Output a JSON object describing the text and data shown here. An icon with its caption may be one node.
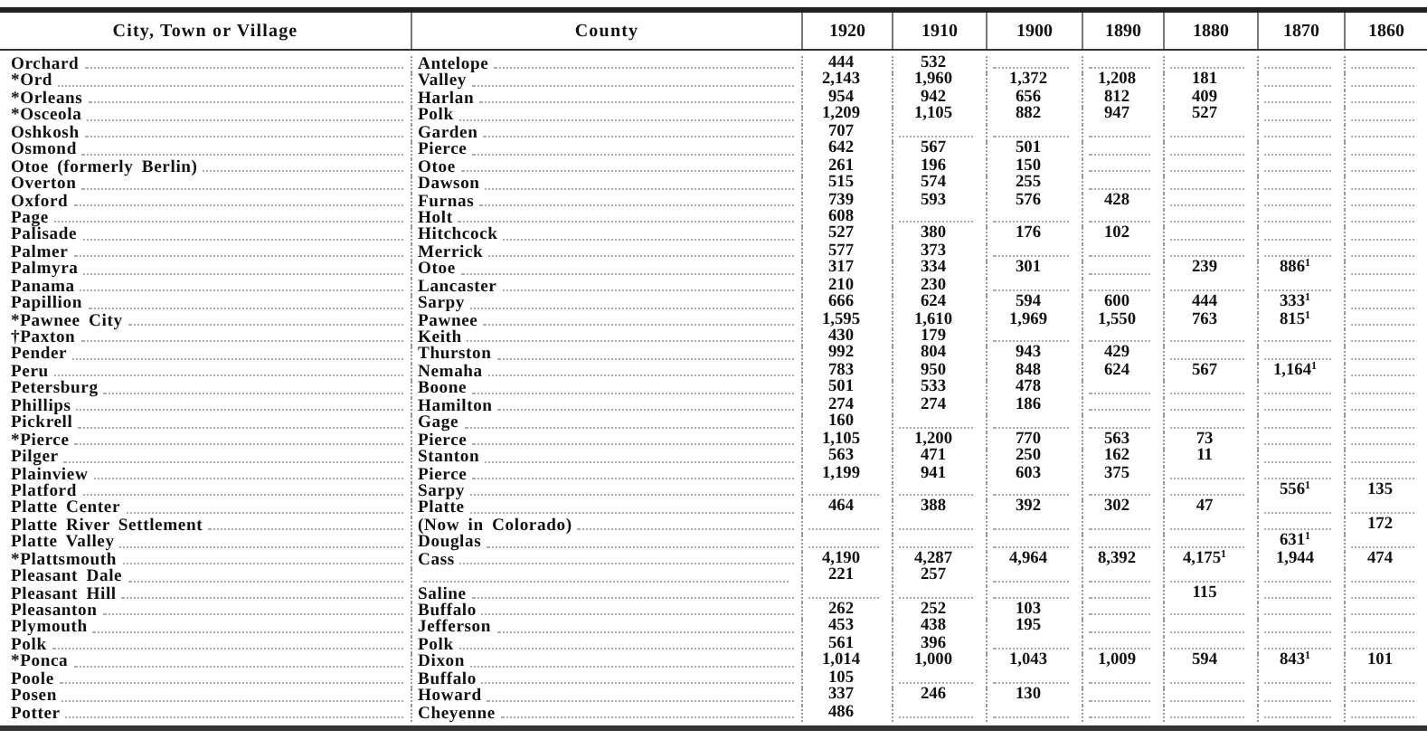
{
  "diagram": {
    "labels": [
      "City, Town or Village",
      "County",
      "1920",
      "1910",
      "1900",
      "1890",
      "1880",
      "1870",
      "1860",
      "Orchard",
      "Antelope",
      "444",
      "532",
      "*Ord",
      "Valley",
      "2,143",
      "1,960",
      "1,372",
      "1,208",
      "181",
      "*Orleans",
      "Harlan",
      "954",
      "942",
      "656",
      "812",
      "409",
      "*Osceola",
      "Polk",
      "1,209",
      "1,105",
      "882",
      "947",
      "527",
      "Oshkosh",
      "Garden",
      "707",
      "Osmond",
      "Pierce",
      "642",
      "567",
      "501",
      "Otoe (formerly Berlin)",
      "Otoe",
      "261",
      "196",
      "150",
      "Overton",
      "Dawson",
      "515",
      "574",
      "255",
      "Oxford",
      "Furnas",
      "739",
      "593",
      "576",
      "428",
      "Page",
      "Holt",
      "608",
      "Palisade",
      "Hitchcock",
      "527",
      "380",
      "176",
      "102",
      "Palmer",
      "Merrick",
      "577",
      "373",
      "Palmyra",
      "Otoe",
      "317",
      "334",
      "301",
      "239",
      "886$^{1}$",
      "Panama",
      "Lancaster",
      "210",
      "230",
      "Papillion",
      "Sarpy",
      "666",
      "624",
      "594",
      "600",
      "444",
      "333$^{1}$",
      "*Pawnee City",
      "Pawnee",
      "1,595",
      "1,610",
      "1,969",
      "1,550",
      "763",
      "815$^{1}$",
      "†Paxton",
      "Keith",
      "430",
      "179",
      "Pender",
      "Thurston",
      "992",
      "804",
      "943",
      "429",
      "Peru",
      "Nemaha",
      "783",
      "950",
      "848",
      "624",
      "567",
      "1,164$^{1}$",
      "Petersburg",
      "Boone",
      "501",
      "533",
      "478",
      "Phillips",
      "Hamilton",
      "274",
      "274",
      "186",
      "Pickrell",
      "Gage",
      "160",
      "*Pierce",
      "Pierce",
      "1,105",
      "1,200",
      "770",
      "563",
      "73",
      "Pilger",
      "Stanton",
      "563",
      "471",
      "250",
      "162",
      "11",
      "Plainview",
      "Pierce",
      "1,199",
      "941",
      "603",
      "375",
      "Platford",
      "Sarpy",
      "556$^{1}$",
      "135",
      "Platte Center",
      "Platte",
      "464",
      "388",
      "392",
      "302",
      "47",
      "Platte River Settlement",
      "(Now in Colorado)",
      "172",
      "Platte Valley",
      "Douglas",
      "631$^{1}$",
      "*Plattsmouth",
      "Cass",
      "4,190",
      "4,287",
      "4,964",
      "8,392",
      "4,175$^{1}$",
      "1,944",
      "474",
      "Pleasant Dale",
      "221",
      "257",
      "Pleasant Hill",
      "Saline",
      "115",
      "Pleasanton",
      "Buffalo",
      "262",
      "252",
      "103",
      "Plymouth",
      "Jefferson",
      "453",
      "438",
      "195",
      "Polk",
      "Polk",
      "561",
      "396",
      "*Ponca",
      "Dixon",
      "1,014",
      "1,000",
      "1,043",
      "1,009",
      "594",
      "843$^{1}$",
      "101",
      "Poole",
      "Buffalo",
      "105",
      "Posen",
      "Howard",
      "337",
      "246",
      "130",
      "Potter",
      "Cheyenne",
      "486"
    ]
  }
}
